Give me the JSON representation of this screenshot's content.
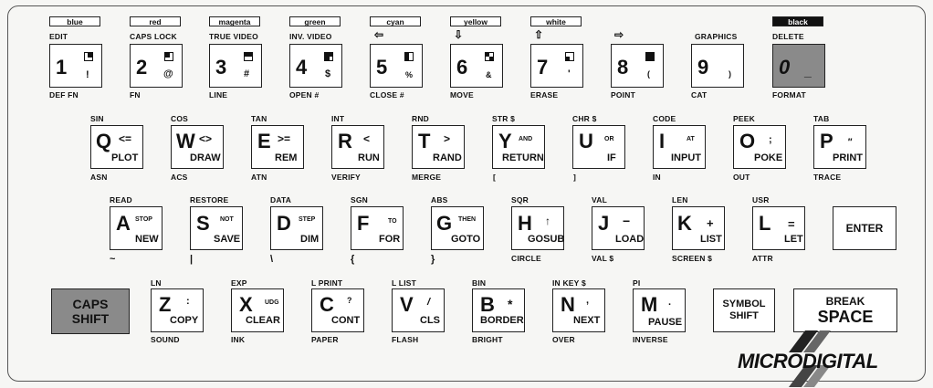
{
  "colors": {
    "key_bg": "#ffffff",
    "shaded_key_bg": "#8a8a8a",
    "border": "#222222",
    "board_bg": "#f6f6f4"
  },
  "row1": {
    "color_labels": [
      "blue",
      "red",
      "magenta",
      "green",
      "cyan",
      "yellow",
      "white",
      "",
      "",
      "black"
    ],
    "top_labels": [
      "EDIT",
      "CAPS LOCK",
      "TRUE VIDEO",
      "INV. VIDEO",
      "",
      "",
      "",
      "",
      "GRAPHICS",
      "DELETE"
    ],
    "keys": [
      "1",
      "2",
      "3",
      "4",
      "5",
      "6",
      "7",
      "8",
      "9",
      "0"
    ],
    "symbols": [
      "!",
      "@",
      "#",
      "$",
      "%",
      "&",
      "'",
      "(",
      ")",
      "_"
    ],
    "bottom_labels": [
      "DEF FN",
      "FN",
      "LINE",
      "OPEN #",
      "CLOSE #",
      "MOVE",
      "ERASE",
      "POINT",
      "CAT",
      "FORMAT"
    ]
  },
  "row2": {
    "top_labels": [
      "SIN",
      "COS",
      "TAN",
      "INT",
      "RND",
      "STR $",
      "CHR $",
      "CODE",
      "PEEK",
      "TAB"
    ],
    "keys": [
      "Q",
      "W",
      "E",
      "R",
      "T",
      "Y",
      "U",
      "I",
      "O",
      "P"
    ],
    "symbols": [
      "<=",
      "<>",
      ">=",
      "<",
      ">",
      "AND",
      "OR",
      "AT",
      ";",
      "\""
    ],
    "keywords": [
      "PLOT",
      "DRAW",
      "REM",
      "RUN",
      "RAND",
      "RETURN",
      "IF",
      "INPUT",
      "POKE",
      "PRINT"
    ],
    "bottom_labels": [
      "ASN",
      "ACS",
      "ATN",
      "VERIFY",
      "MERGE",
      "[",
      "]",
      "IN",
      "OUT",
      "TRACE"
    ]
  },
  "row3": {
    "top_labels": [
      "READ",
      "RESTORE",
      "DATA",
      "SGN",
      "ABS",
      "SQR",
      "VAL",
      "LEN",
      "USR"
    ],
    "keys": [
      "A",
      "S",
      "D",
      "F",
      "G",
      "H",
      "J",
      "K",
      "L"
    ],
    "symbols": [
      "STOP",
      "NOT",
      "STEP",
      "TO",
      "THEN",
      "↑",
      "−",
      "+",
      "="
    ],
    "keywords": [
      "NEW",
      "SAVE",
      "DIM",
      "FOR",
      "GOTO",
      "GOSUB",
      "LOAD",
      "LIST",
      "LET"
    ],
    "bottom_labels": [
      "~",
      "|",
      "\\",
      "{",
      "}",
      "CIRCLE",
      "VAL $",
      "SCREEN $",
      "ATTR"
    ],
    "enter": "ENTER"
  },
  "row4": {
    "caps_shift": [
      "CAPS",
      "SHIFT"
    ],
    "top_labels": [
      "LN",
      "EXP",
      "L PRINT",
      "L LIST",
      "BIN",
      "IN KEY $",
      "PI"
    ],
    "keys": [
      "Z",
      "X",
      "C",
      "V",
      "B",
      "N",
      "M"
    ],
    "symbols": [
      ":",
      "UDG",
      "?",
      "/",
      "*",
      ",",
      "."
    ],
    "keywords": [
      "COPY",
      "CLEAR",
      "CONT",
      "CLS",
      "BORDER",
      "NEXT",
      "PAUSE"
    ],
    "bottom_labels": [
      "SOUND",
      "INK",
      "PAPER",
      "FLASH",
      "BRIGHT",
      "OVER",
      "INVERSE"
    ],
    "symbol_shift": [
      "SYMBOL",
      "SHIFT"
    ],
    "break_space": [
      "BREAK",
      "SPACE"
    ]
  },
  "logo": "MICRODIGITAL"
}
